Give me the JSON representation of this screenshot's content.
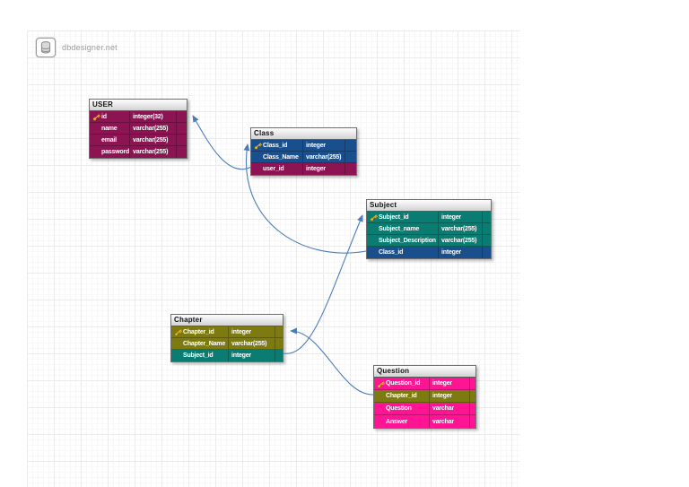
{
  "app": {
    "logo_text": "dbdesigner.net",
    "logo_icon": "database-icon"
  },
  "colors": {
    "user": "#8c1453",
    "class": "#1a4f8e",
    "subject": "#0b7c72",
    "chapter": "#7d7b10",
    "question": "#ff1493",
    "connector": "#4a7cb9",
    "key_icon": "#eeb41e"
  },
  "tables": [
    {
      "id": "user",
      "name": "USER",
      "color_key": "user",
      "rows": [
        {
          "key": true,
          "name": "id",
          "type": "integer(32)",
          "color_key": "user"
        },
        {
          "key": false,
          "name": "name",
          "type": "varchar(255)",
          "color_key": "user"
        },
        {
          "key": false,
          "name": "email",
          "type": "varchar(255)",
          "color_key": "user"
        },
        {
          "key": false,
          "name": "password",
          "type": "varchar(255)",
          "color_key": "user"
        }
      ]
    },
    {
      "id": "class",
      "name": "Class",
      "color_key": "class",
      "rows": [
        {
          "key": true,
          "name": "Class_id",
          "type": "integer",
          "color_key": "class"
        },
        {
          "key": false,
          "name": "Class_Name",
          "type": "varchar(255)",
          "color_key": "class"
        },
        {
          "key": false,
          "name": "user_id",
          "type": "integer",
          "color_key": "user"
        }
      ]
    },
    {
      "id": "subject",
      "name": "Subject",
      "color_key": "subject",
      "rows": [
        {
          "key": true,
          "name": "Subject_id",
          "type": "integer",
          "color_key": "subject"
        },
        {
          "key": false,
          "name": "Subject_name",
          "type": "varchar(255)",
          "color_key": "subject"
        },
        {
          "key": false,
          "name": "Subject_Description",
          "type": "varchar(255)",
          "color_key": "subject"
        },
        {
          "key": false,
          "name": "Class_id",
          "type": "integer",
          "color_key": "class"
        }
      ]
    },
    {
      "id": "chapter",
      "name": "Chapter",
      "color_key": "chapter",
      "rows": [
        {
          "key": true,
          "name": "Chapter_id",
          "type": "integer",
          "color_key": "chapter"
        },
        {
          "key": false,
          "name": "Chapter_Name",
          "type": "varchar(255)",
          "color_key": "chapter"
        },
        {
          "key": false,
          "name": "Subject_id",
          "type": "integer",
          "color_key": "subject"
        }
      ]
    },
    {
      "id": "question",
      "name": "Question",
      "color_key": "question",
      "rows": [
        {
          "key": true,
          "name": "Question_id",
          "type": "integer",
          "color_key": "question"
        },
        {
          "key": false,
          "name": "Chapter_id",
          "type": "integer",
          "color_key": "chapter"
        },
        {
          "key": false,
          "name": "Question",
          "type": "varchar",
          "color_key": "question"
        },
        {
          "key": false,
          "name": "Answer",
          "type": "varchar",
          "color_key": "question"
        }
      ]
    }
  ],
  "connections": [
    {
      "from": "Class.user_id",
      "to": "USER.id"
    },
    {
      "from": "Subject.Class_id",
      "to": "Class.Class_id"
    },
    {
      "from": "Chapter.Subject_id",
      "to": "Subject.Subject_id"
    },
    {
      "from": "Question.Chapter_id",
      "to": "Chapter.Chapter_id"
    }
  ]
}
